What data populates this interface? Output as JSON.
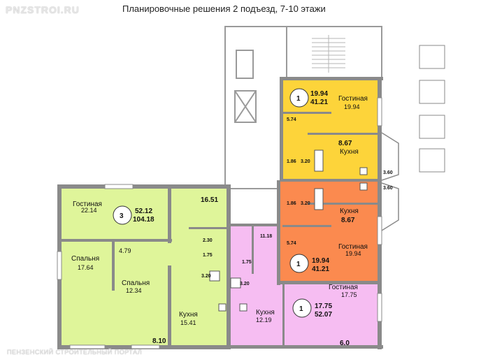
{
  "header": {
    "brand": "PNZSTROI.RU",
    "title": "Планировочные решения 2 подъезд, 7-10 этажи"
  },
  "footer": {
    "text": "ПЕНЗЕНСКИЙ СТРОИТЕЛЬНЫЙ ПОРТАЛ"
  },
  "colors": {
    "yellow_apartment": "#fdd43a",
    "orange_apartment": "#fb8a4f",
    "green_apartment": "#dff59a",
    "pink_apartment": "#f6bdf2",
    "walls": "#8a8a8a"
  },
  "apartments": {
    "yellow": {
      "rooms_count": "1",
      "living_area": "19.94",
      "total_area": "41.21",
      "living_room_label": "Гостиная",
      "living_room_area": "19.94",
      "kitchen_label": "Кухня",
      "kitchen_area": "8.67",
      "hall_area": "5.74",
      "bath_area": "3.20",
      "wc_area": "1.86",
      "balcony_area": "3.60"
    },
    "orange": {
      "rooms_count": "1",
      "living_area": "19.94",
      "total_area": "41.21",
      "living_room_label": "Гостиная",
      "living_room_area": "19.94",
      "kitchen_label": "Кухня",
      "kitchen_area": "8.67",
      "hall_area": "5.74",
      "bath_area": "3.20",
      "wc_area": "1.86",
      "balcony_area": "3.60"
    },
    "green": {
      "rooms_count": "3",
      "living_area": "52.12",
      "total_area": "104.18",
      "living_room_label": "Гостиная",
      "living_room_area": "22.14",
      "bedroom1_label": "Спальня",
      "bedroom1_area": "17.64",
      "bedroom2_label": "Спальня",
      "bedroom2_area": "12.34",
      "kitchen_label": "Кухня",
      "kitchen_area": "15.41",
      "hall_area": "16.51",
      "corridor_area": "4.79",
      "storage_area": "2.30",
      "wc_area": "1.75",
      "bath_area": "3.20",
      "loggia_area": "8.10"
    },
    "pink": {
      "rooms_count": "1",
      "living_area": "17.75",
      "total_area": "52.07",
      "living_room_label": "Гостиная",
      "living_room_area": "17.75",
      "kitchen_label": "Кухня",
      "kitchen_area": "12.19",
      "hall_area": "11.18",
      "wc_area": "1.75",
      "bath_area": "3.20",
      "balcony_area": "6.0"
    }
  }
}
